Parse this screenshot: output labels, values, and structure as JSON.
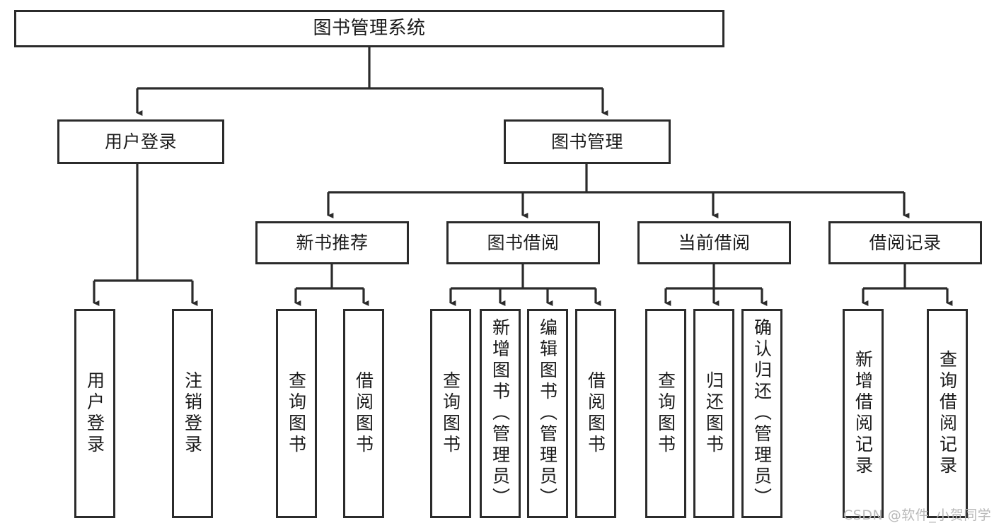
{
  "diagram": {
    "title": "图书管理系统",
    "type": "tree-hierarchy-chart",
    "line_color": "#2b2b2b",
    "text_color": "#1a1a1a",
    "background": "#ffffff",
    "watermark": "CSDN @软件_小贺同学",
    "root": {
      "label": "图书管理系统"
    },
    "level2": [
      {
        "label": "用户登录"
      },
      {
        "label": "图书管理"
      }
    ],
    "level3": [
      {
        "label": "新书推荐"
      },
      {
        "label": "图书借阅"
      },
      {
        "label": "当前借阅"
      },
      {
        "label": "借阅记录"
      }
    ],
    "leaves": {
      "user_login": [
        {
          "label": "用户登录"
        },
        {
          "label": "注销登录"
        }
      ],
      "new_book_recommend": [
        {
          "label": "查询图书"
        },
        {
          "label": "借阅图书"
        }
      ],
      "book_borrow": [
        {
          "label": "查询图书"
        },
        {
          "label": "新增图书（管理员）"
        },
        {
          "label": "编辑图书（管理员）"
        },
        {
          "label": "借阅图书"
        }
      ],
      "current_borrow": [
        {
          "label": "查询图书"
        },
        {
          "label": "归还图书"
        },
        {
          "label": "确认归还（管理员）"
        }
      ],
      "borrow_record": [
        {
          "label": "新增借阅记录"
        },
        {
          "label": "查询借阅记录"
        }
      ]
    }
  }
}
